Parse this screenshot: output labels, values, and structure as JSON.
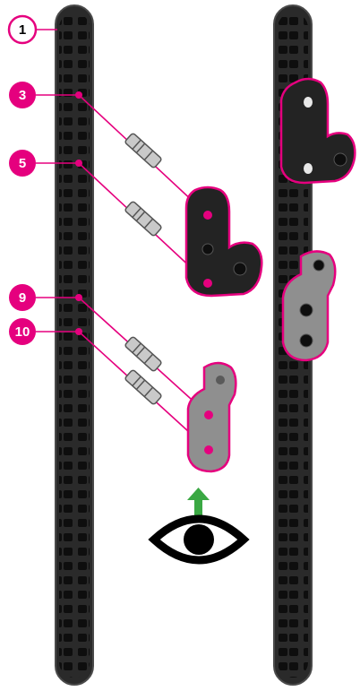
{
  "diagram": {
    "colors": {
      "accent": "#e5007e",
      "beam": "#2a2a2a",
      "beam_hole": "#0e0e0e",
      "beam_edge": "#4a4a4a",
      "bracket_dark": "#232323",
      "bracket_gray": "#8f8f8f",
      "pin": "#c9c9c9",
      "arrow": "#3aa843",
      "eye": "#000000"
    },
    "callouts": [
      {
        "id": "c1",
        "label": "1",
        "style": "outline"
      },
      {
        "id": "c3",
        "label": "3",
        "style": "filled"
      },
      {
        "id": "c5",
        "label": "5",
        "style": "filled"
      },
      {
        "id": "c9",
        "label": "9",
        "style": "filled"
      },
      {
        "id": "c10",
        "label": "10",
        "style": "filled"
      }
    ],
    "parts": {
      "beam_count": 2,
      "pin_count": 4,
      "brackets": [
        "dark-l-bracket",
        "gray-angle-bracket"
      ]
    },
    "icons": [
      "green-up-arrow-icon",
      "eye-icon"
    ]
  }
}
